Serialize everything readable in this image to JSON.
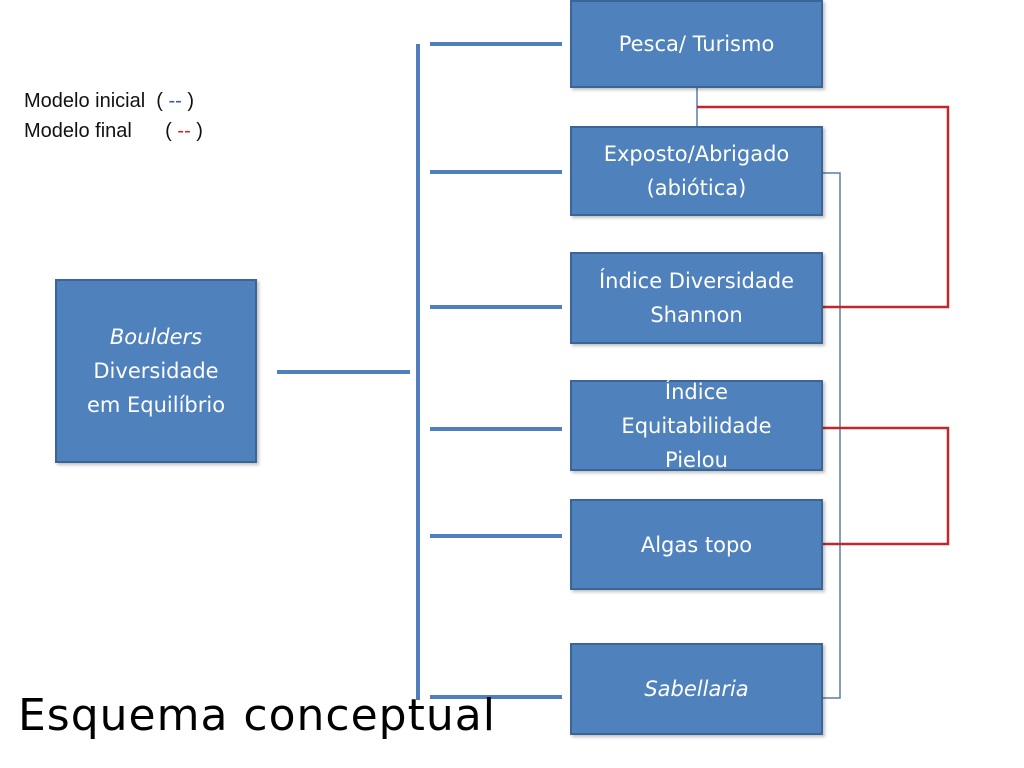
{
  "legend": {
    "initial_label": "Modelo inicial",
    "initial_symbol": "--",
    "final_label": "Modelo final",
    "final_symbol": "--",
    "initial_color": "#2f5f9f",
    "final_color": "#c0282d"
  },
  "root": {
    "line1": "Boulders",
    "line2": "Diversidade",
    "line3": "em Equilíbrio"
  },
  "nodes": {
    "pesca": "Pesca/ Turismo",
    "exposto_1": "Exposto/Abrigado",
    "exposto_2": "(abiótica)",
    "shannon_1": "Índice Diversidade",
    "shannon_2": "Shannon",
    "pielou_1": "Índice",
    "pielou_2": "Equitabilidade",
    "pielou_3": "Pielou",
    "algas": "Algas topo",
    "sabellaria": "Sabellaria"
  },
  "title": "Esquema conceptual",
  "colors": {
    "box": "#4f81bd",
    "line": "#4f7fbd",
    "red": "#c0282d"
  }
}
